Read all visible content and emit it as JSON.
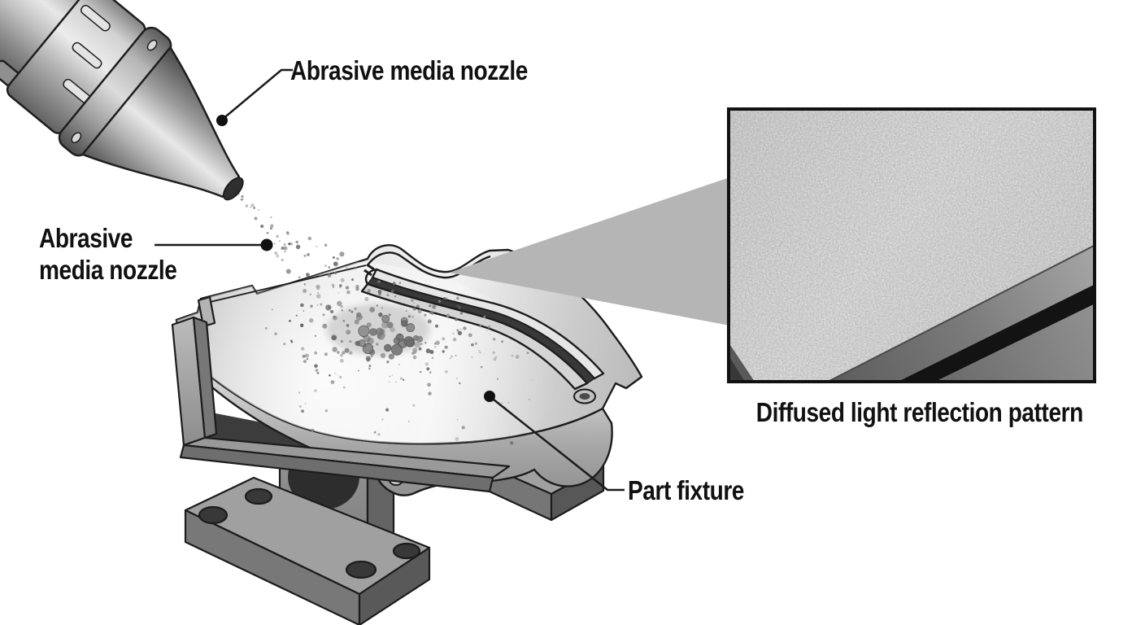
{
  "figure": {
    "kind": "abrasive-blasting-process-diagram",
    "background": "#ffffff",
    "outline_color": "#1c1c1c",
    "callout_wedge_color": "#b5b5b5",
    "label_text_color": "#111111",
    "metal_light": "#e9e9e9",
    "metal_mid": "#9d9d9d",
    "metal_dark": "#5a5a5a",
    "inset_surface": "#d2d2d2",
    "inset_groove": "#141414"
  },
  "labels": {
    "nozzle": "Abrasive media nozzle",
    "spray_line1": "Abrasive",
    "spray_line2": "media nozzle",
    "part_fixture": "Part fixture"
  },
  "inset": {
    "caption": "Diffused light reflection pattern"
  }
}
